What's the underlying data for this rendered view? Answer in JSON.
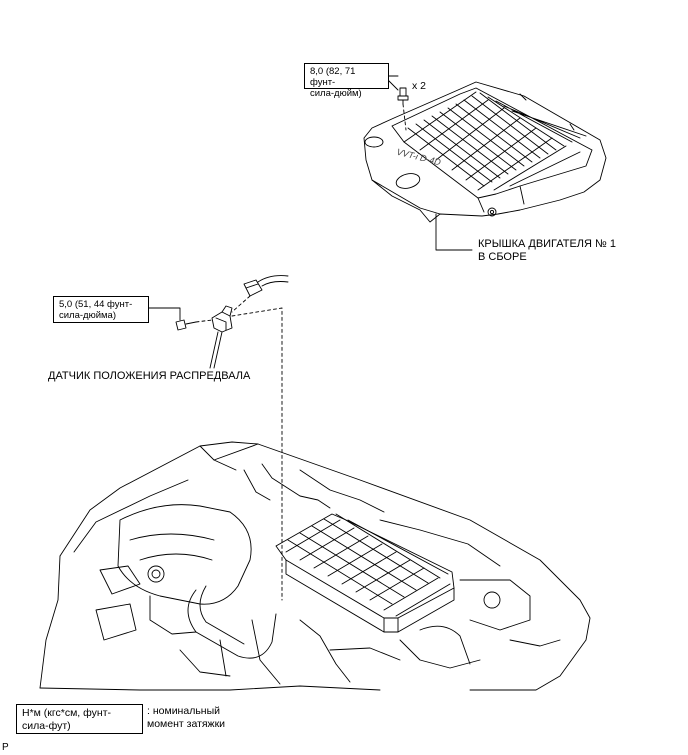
{
  "torque_cover": {
    "line1": "8,0 (82, 71 фунт-",
    "line2": "сила-дюйм)"
  },
  "cover_qty": "x 2",
  "cover_label": {
    "line1": "КРЫШКА ДВИГАТЕЛЯ № 1",
    "line2": "В СБОРЕ"
  },
  "torque_sensor": {
    "line1": "5,0 (51, 44 фунт-",
    "line2": "сила-дюйма)"
  },
  "sensor_label": "ДАТЧИК ПОЛОЖЕНИЯ РАСПРЕДВАЛА",
  "legend": {
    "box_line1": "Н*м (кгс*см, фунт-",
    "box_line2": "сила-фут)",
    "desc_line1": ": номинальный",
    "desc_line2": "момент затяжки"
  },
  "corner_mark": "P",
  "cover_emblem_text": "VVT-i D-4D"
}
